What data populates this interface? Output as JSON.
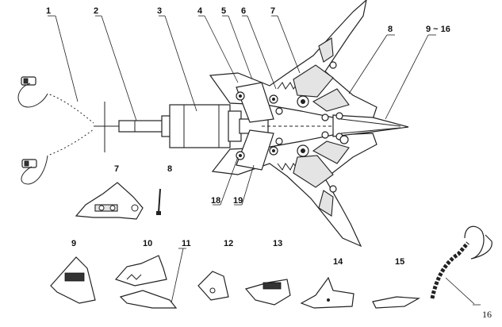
{
  "callouts": {
    "c1": "1",
    "c2": "2",
    "c3": "3",
    "c4": "4",
    "c5": "5",
    "c6": "6",
    "c7": "7",
    "c8": "8",
    "c9_16": "9 ~ 16",
    "c18": "18",
    "c19": "19"
  },
  "parts": {
    "p7": "7",
    "p8": "8",
    "p9": "9",
    "p10": "10",
    "p11": "11",
    "p12": "12",
    "p13": "13",
    "p14": "14",
    "p15": "15",
    "p16": "16"
  },
  "colors": {
    "line": "#222222",
    "background": "#ffffff"
  }
}
